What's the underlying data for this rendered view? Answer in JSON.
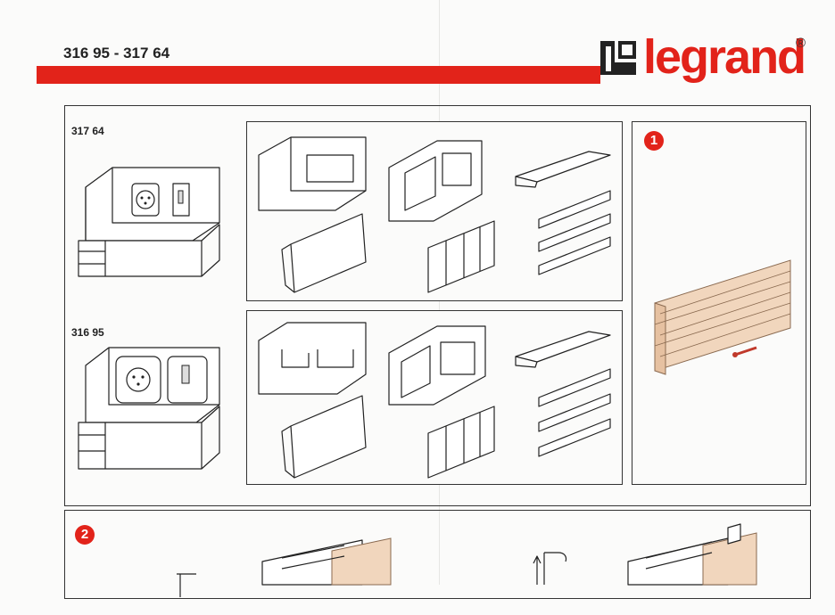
{
  "header": {
    "reference": "316 95 - 317 64"
  },
  "brand": {
    "name": "legrand",
    "registered": "®",
    "accent_color": "#e2231a"
  },
  "panels": {
    "top_product_ref": "317 64",
    "bottom_product_ref": "316 95"
  },
  "steps": [
    {
      "number": "1"
    },
    {
      "number": "2"
    }
  ]
}
